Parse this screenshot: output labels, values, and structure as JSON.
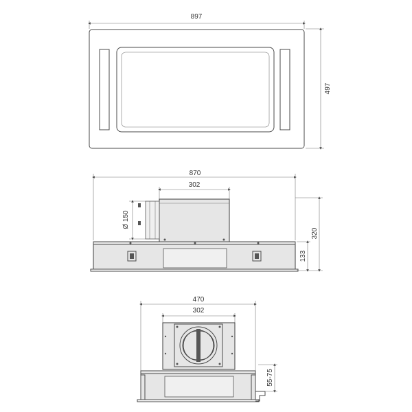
{
  "top_view": {
    "width_label": "897",
    "depth_label": "497"
  },
  "front_view": {
    "total_width_label": "870",
    "box_width_label": "302",
    "duct_diameter_label": "Ø 150",
    "total_height_label": "320",
    "body_height_label": "133"
  },
  "side_view": {
    "total_width_label": "470",
    "box_width_label": "302",
    "flange_range_label": "55-75"
  },
  "colors": {
    "line": "#4a4a4a",
    "panel_fill": "#e6e6e6",
    "dark_part": "#555555"
  }
}
